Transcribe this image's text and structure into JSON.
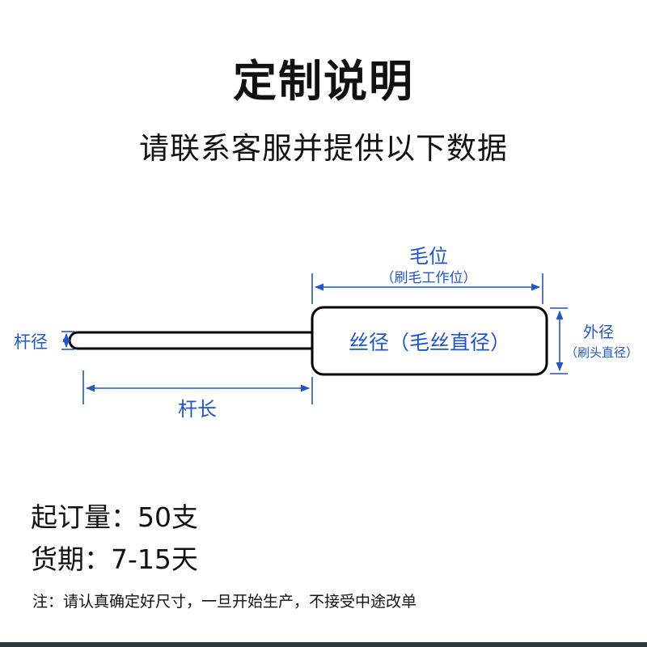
{
  "header": {
    "title": "定制说明",
    "subtitle": "请联系客服并提供以下数据"
  },
  "diagram": {
    "bristle_length_label": "毛位",
    "bristle_length_sub": "（刷毛工作位）",
    "outer_diameter_label": "外径",
    "outer_diameter_sub": "（刷头直径）",
    "rod_diameter_label": "杆径",
    "rod_length_label": "杆长",
    "wire_diameter_label": "丝径（毛丝直径）",
    "line_color": "#000000",
    "dimension_color": "#1f56c9"
  },
  "info": {
    "moq_label": "起订量：",
    "moq_value": "50支",
    "lead_time_label": "货期：",
    "lead_time_value": "7-15天"
  },
  "note": {
    "text": "注：请认真确定好尺寸，一旦开始生产，不接受中途改单"
  }
}
